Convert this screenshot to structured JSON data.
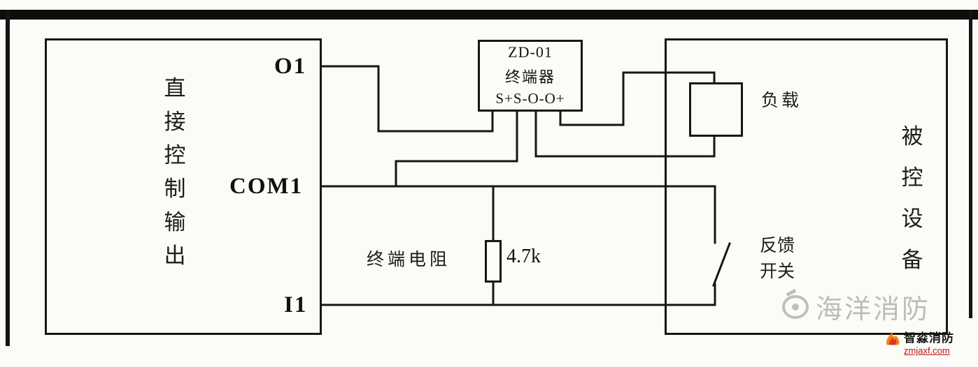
{
  "colors": {
    "line": "#161616",
    "flame_orange": "#f0861a",
    "flame_red": "#d93b20",
    "site_red": "#bf1515",
    "watermark_gray": "#8f8f8f"
  },
  "controller": {
    "label_chars": [
      "直",
      "接",
      "控",
      "制",
      "输",
      "出"
    ],
    "terminal_o1": "O1",
    "terminal_com1": "COM1",
    "terminal_i1": "I1"
  },
  "terminator": {
    "model": "ZD-01",
    "name": "终端器",
    "pins": "S+S-O-O+"
  },
  "load": {
    "label": "负载"
  },
  "device": {
    "label_chars": [
      "被",
      "控",
      "设",
      "备"
    ]
  },
  "resistor": {
    "label": "终端电阻",
    "value": "4.7k"
  },
  "feedback_switch": {
    "line1": "反馈",
    "line2": "开关"
  },
  "watermarks": {
    "ocean_brand": "海洋消防",
    "zhimiao_brand": "智淼消防",
    "zhimiao_site": "zmjaxf.com"
  }
}
